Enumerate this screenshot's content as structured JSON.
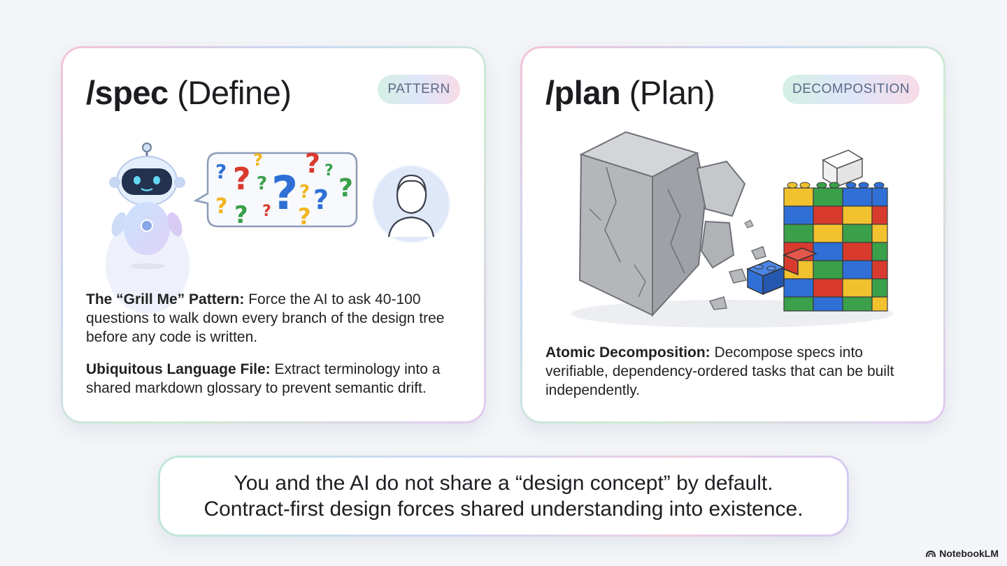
{
  "cards": [
    {
      "command": "/spec",
      "title_suffix": "(Define)",
      "badge": "PATTERN",
      "paragraphs": [
        {
          "bold": "The “Grill Me” Pattern:",
          "text": " Force the AI to ask 40-100 questions to walk down every branch of the design tree before any code is written."
        },
        {
          "bold": "Ubiquitous Language File:",
          "text": " Extract terminology into a shared markdown glossary to prevent semantic drift."
        }
      ],
      "illustration": [
        "robot-icon",
        "question-speech-bubble-icon",
        "user-avatar-icon"
      ]
    },
    {
      "command": "/plan",
      "title_suffix": "(Plan)",
      "badge": "DECOMPOSITION",
      "paragraphs": [
        {
          "bold": "Atomic Decomposition:",
          "text": " Decompose specs into verifiable, dependency-ordered tasks that can be built independently."
        }
      ],
      "illustration": [
        "cracked-stone-block-icon",
        "lego-brick-tower-icon"
      ]
    }
  ],
  "footer": {
    "line1": "You and the AI do not share a “design concept” by default.",
    "line2": "Contract-first design forces shared understanding into existence."
  },
  "brand": {
    "name": "NotebookLM",
    "icon": "notebooklm-logo-icon"
  },
  "colors": {
    "lego_red": "#d93a2e",
    "lego_blue": "#2f6fd6",
    "lego_yellow": "#f2c12e",
    "lego_green": "#3aa04a",
    "stone": "#b9babd"
  }
}
